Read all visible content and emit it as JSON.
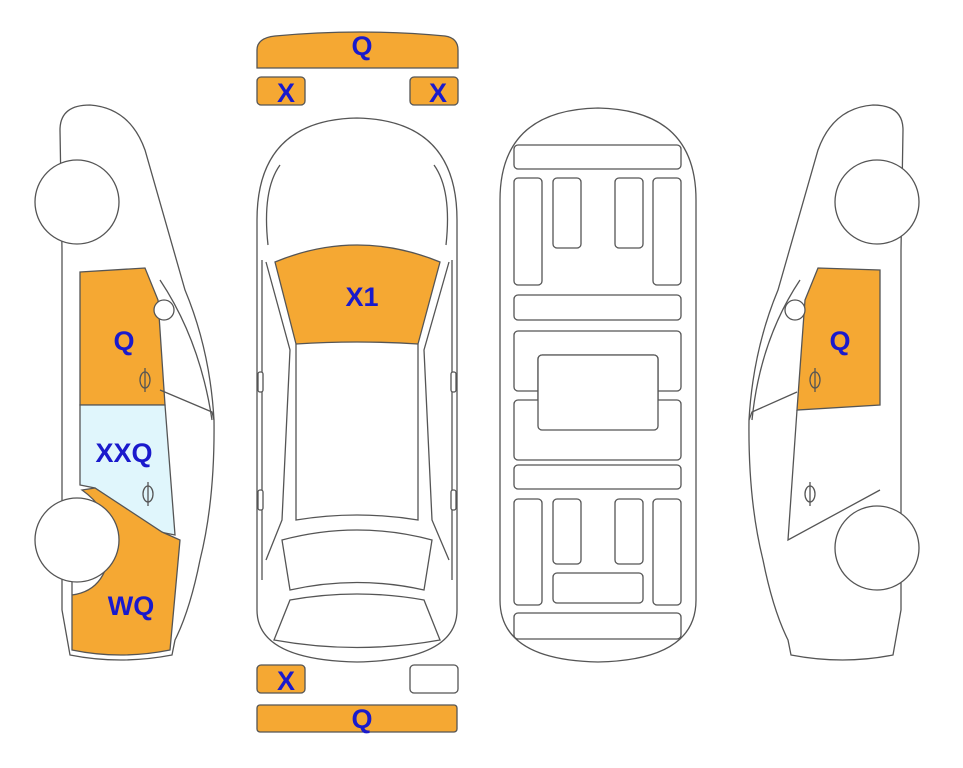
{
  "colors": {
    "damaged": "#f5a833",
    "glass_marked": "#e0f6fc",
    "outline": "#555555",
    "label": "#1a1acc"
  },
  "parts": {
    "front_bumper": "Q",
    "front_left_light": "X",
    "front_right_light": "X",
    "windshield": "X1",
    "left_front_door": "Q",
    "left_front_window": "XXQ",
    "left_front_fender": "WQ",
    "right_door": "Q",
    "rear_left_light": "X",
    "rear_bumper": "Q"
  }
}
